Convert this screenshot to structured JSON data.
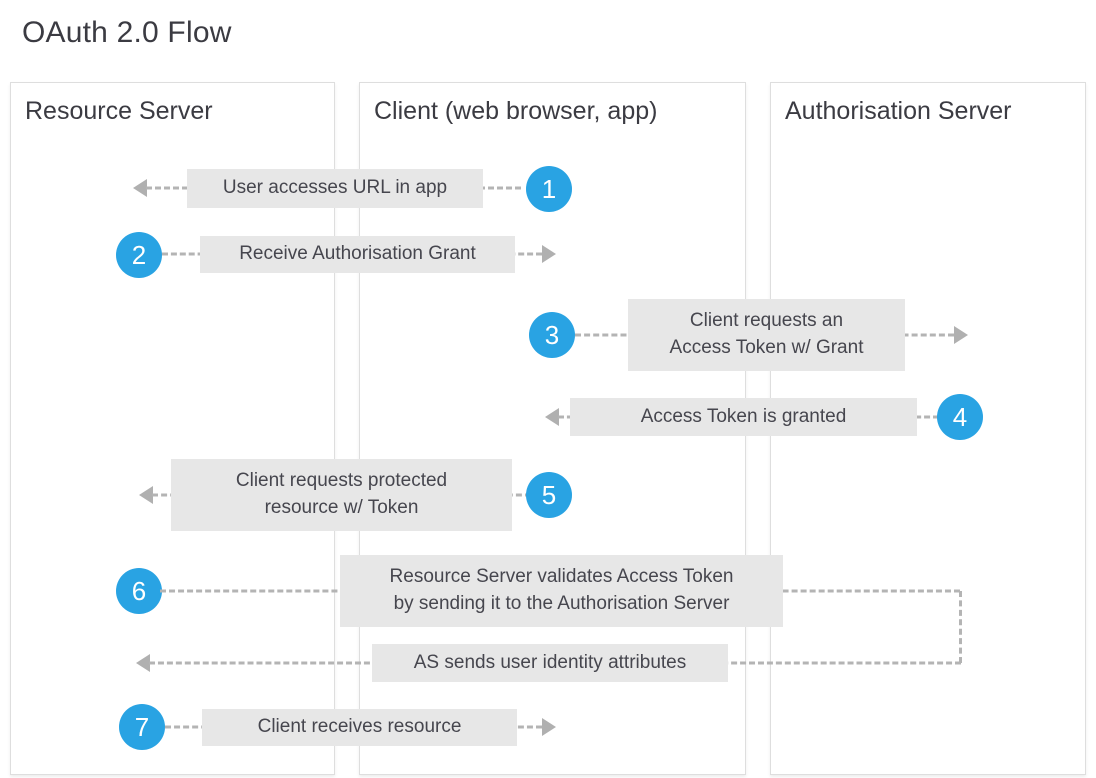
{
  "title": "OAuth 2.0 Flow",
  "colors": {
    "accent": "#29a3e3",
    "message_box_bg": "#e7e7e7",
    "connector": "#b4b4b4",
    "lane_border": "#dedede",
    "text": "#3b3b42"
  },
  "lanes": [
    {
      "id": "resource-server",
      "label": "Resource Server"
    },
    {
      "id": "client",
      "label": "Client (web browser, app)"
    },
    {
      "id": "auth-server",
      "label": "Authorisation Server"
    }
  ],
  "steps": [
    {
      "number": "1",
      "label": "User accesses URL in app",
      "direction": "left",
      "from": "client",
      "to": "resource-server"
    },
    {
      "number": "2",
      "label": "Receive Authorisation Grant",
      "direction": "right",
      "from": "resource-server",
      "to": "client"
    },
    {
      "number": "3",
      "label": "Client requests an\nAccess Token w/ Grant",
      "direction": "right",
      "from": "client",
      "to": "auth-server"
    },
    {
      "number": "4",
      "label": "Access Token is granted",
      "direction": "left",
      "from": "auth-server",
      "to": "client"
    },
    {
      "number": "5",
      "label": "Client requests protected\nresource w/ Token",
      "direction": "left",
      "from": "client",
      "to": "resource-server"
    },
    {
      "number": "6",
      "label": "Resource Server validates Access Token\nby sending it to the Authorisation Server",
      "direction": "right",
      "from": "resource-server",
      "to": "auth-server"
    },
    {
      "number": "",
      "label": "AS sends user identity attributes",
      "direction": "left",
      "from": "auth-server",
      "to": "resource-server"
    },
    {
      "number": "7",
      "label": "Client receives resource",
      "direction": "right",
      "from": "resource-server",
      "to": "client"
    }
  ]
}
